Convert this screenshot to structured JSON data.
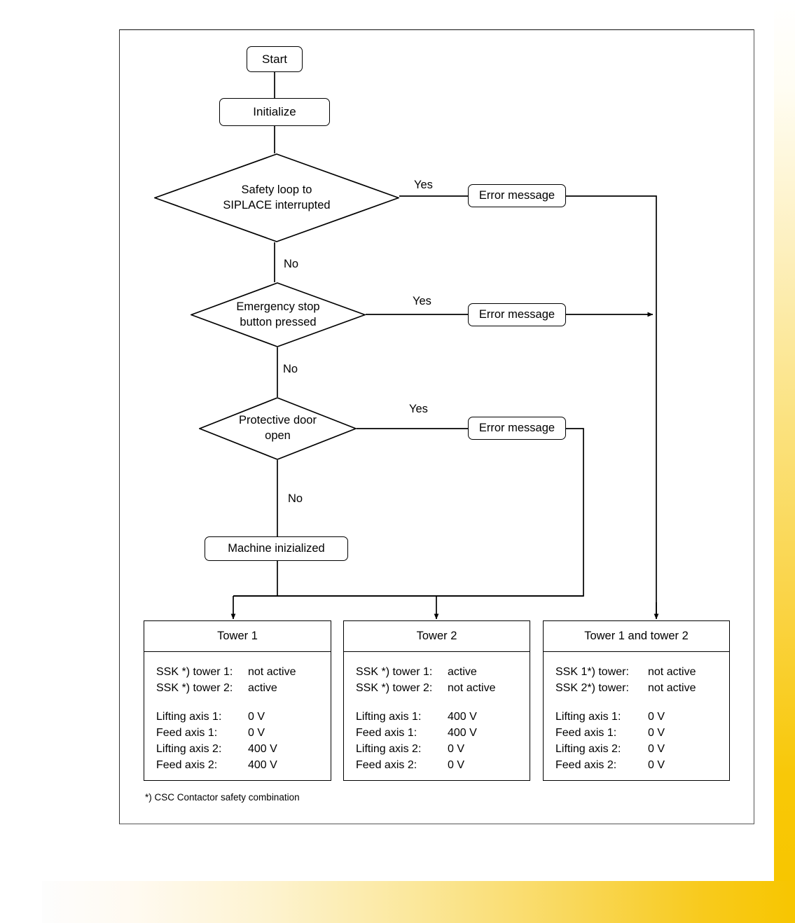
{
  "diagram": {
    "type": "flowchart",
    "nodes": {
      "start": "Start",
      "initialize": "Initialize",
      "machine_initialized": "Machine inizialized",
      "error_message_1": "Error message",
      "error_message_2": "Error message",
      "error_message_3": "Error message"
    },
    "decisions": [
      {
        "id": "safety-loop",
        "line1": "Safety loop to",
        "line2": "SIPLACE interrupted",
        "yes": "Yes",
        "no": "No"
      },
      {
        "id": "emergency-stop",
        "line1": "Emergency stop",
        "line2": "button pressed",
        "yes": "Yes",
        "no": "No"
      },
      {
        "id": "protective-door",
        "line1": "Protective door",
        "line2": "open",
        "yes": "Yes",
        "no": "No"
      }
    ]
  },
  "results": [
    {
      "title": "Tower 1",
      "ssk": [
        {
          "key": "SSK *) tower 1:",
          "value": "not active"
        },
        {
          "key": "SSK *) tower 2:",
          "value": "active"
        }
      ],
      "axes": [
        {
          "key": "Lifting axis 1:",
          "value": "0 V"
        },
        {
          "key": "Feed axis 1:",
          "value": "0 V"
        },
        {
          "key": "Lifting axis 2:",
          "value": "400 V"
        },
        {
          "key": "Feed axis 2:",
          "value": "400 V"
        }
      ]
    },
    {
      "title": "Tower 2",
      "ssk": [
        {
          "key": "SSK *) tower 1:",
          "value": "active"
        },
        {
          "key": "SSK *) tower 2:",
          "value": "not active"
        }
      ],
      "axes": [
        {
          "key": "Lifting axis 1:",
          "value": "400 V"
        },
        {
          "key": "Feed axis 1:",
          "value": "400 V"
        },
        {
          "key": "Lifting axis 2:",
          "value": "0 V"
        },
        {
          "key": "Feed axis 2:",
          "value": "0 V"
        }
      ]
    },
    {
      "title": "Tower 1 and tower 2",
      "ssk": [
        {
          "key": "SSK 1*) tower:",
          "value": "not active"
        },
        {
          "key": "SSK 2*) tower:",
          "value": "not active"
        }
      ],
      "axes": [
        {
          "key": "Lifting axis 1:",
          "value": "0 V"
        },
        {
          "key": "Feed axis 1:",
          "value": "0 V"
        },
        {
          "key": "Lifting axis 2:",
          "value": "0 V"
        },
        {
          "key": "Feed axis 2:",
          "value": "0 V"
        }
      ]
    }
  ],
  "footnote": "*) CSC Contactor safety combination",
  "colors": {
    "stroke": "#000000",
    "frame": "#555555",
    "accent_yellow": "#f7c600",
    "background": "#ffffff"
  }
}
